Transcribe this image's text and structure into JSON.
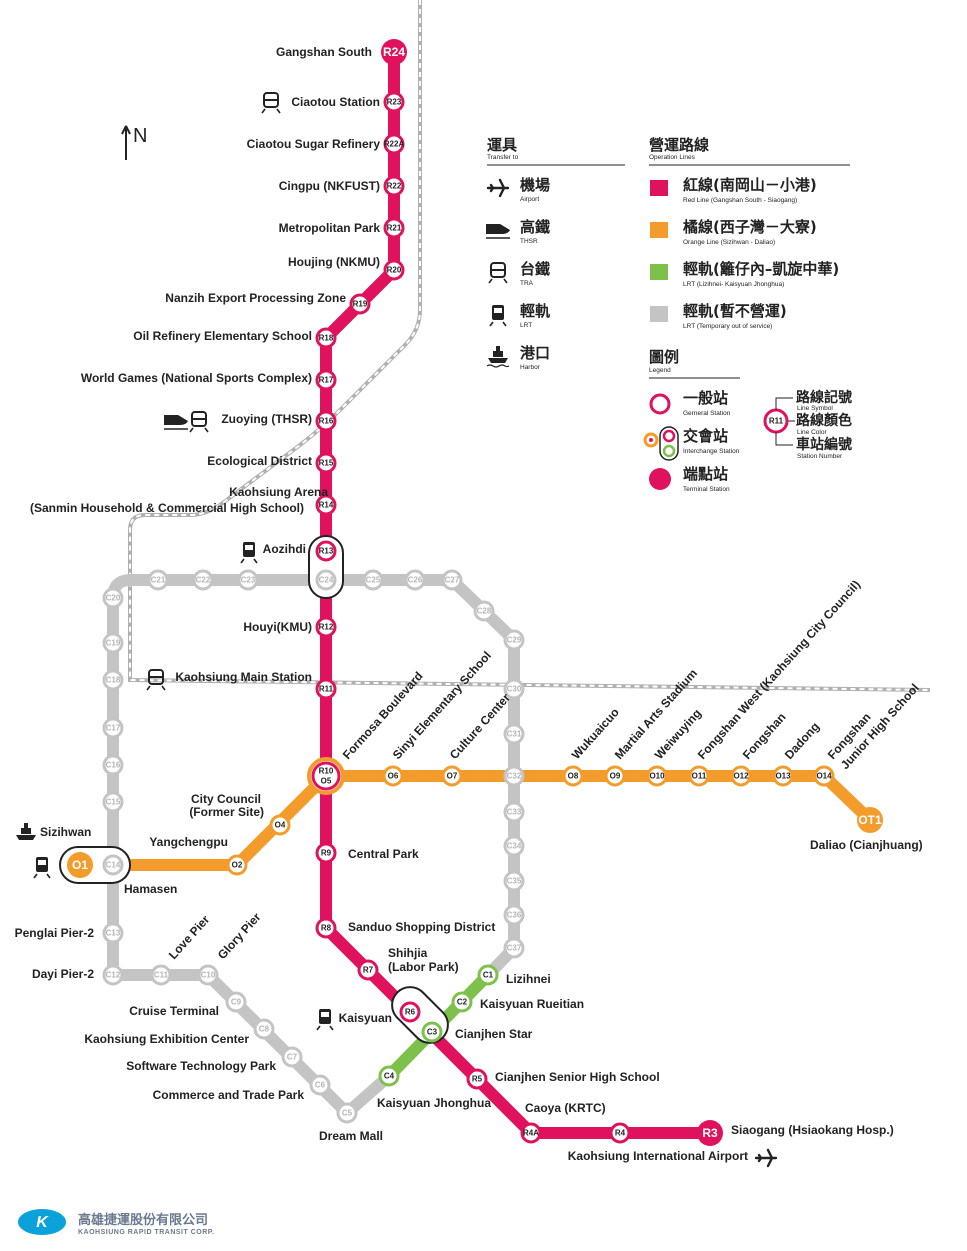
{
  "colors": {
    "red": "#e0125e",
    "orange": "#f39c2b",
    "green": "#7dc14a",
    "gray": "#c4c4c4",
    "rail": "#b0b0b0",
    "text": "#222222"
  },
  "north_label": "N",
  "legend": {
    "transfer": {
      "title": "運具",
      "subtitle": "Transfer to",
      "items": [
        {
          "icon": "airplane-icon",
          "zh": "機場",
          "en": "Airport"
        },
        {
          "icon": "thsr-train-icon",
          "zh": "高鐵",
          "en": "THSR"
        },
        {
          "icon": "tra-train-icon",
          "zh": "台鐵",
          "en": "TRA"
        },
        {
          "icon": "lrt-tram-icon",
          "zh": "輕軌",
          "en": "LRT"
        },
        {
          "icon": "ferry-ship-icon",
          "zh": "港口",
          "en": "Harbor"
        }
      ]
    },
    "lines": {
      "title": "營運路線",
      "subtitle": "Operation Lines",
      "items": [
        {
          "color": "#e0125e",
          "zh": "紅線(南岡山－小港)",
          "en": "Red Line (Gangshan South - Siaogang)"
        },
        {
          "color": "#f39c2b",
          "zh": "橘線(西子灣－大寮)",
          "en": "Orange Line (Sizihwan - Daliao)"
        },
        {
          "color": "#7dc14a",
          "zh": "輕軌(籬仔內–凱旋中華)",
          "en": "LRT (Lizihnei- Kaisyuan Jhonghua)"
        },
        {
          "color": "#c4c4c4",
          "zh": "輕軌(暫不營運)",
          "en": "LRT (Temporary out of service)"
        }
      ]
    },
    "symbols": {
      "title": "圖例",
      "subtitle": "Legend",
      "general_zh": "一般站",
      "general_en": "Gerneral Station",
      "interchange_zh": "交會站",
      "interchange_en": "Interchange Station",
      "terminal_zh": "端點站",
      "terminal_en": "Terminal Station",
      "sample_code": "R11",
      "line_symbol_zh": "路線記號",
      "line_symbol_en": "Line Symbol",
      "line_color_zh": "路線顏色",
      "line_color_en": "Line Color",
      "station_number_zh": "車站編號",
      "station_number_en": "Station Number"
    }
  },
  "red_stations": [
    {
      "code": "R24",
      "name": "Gangshan South",
      "terminal": true
    },
    {
      "code": "R23",
      "name": "Ciaotou Station"
    },
    {
      "code": "R22A",
      "name": "Ciaotou Sugar Refinery"
    },
    {
      "code": "R22",
      "name": "Cingpu (NKFUST)"
    },
    {
      "code": "R21",
      "name": "Metropolitan Park"
    },
    {
      "code": "R20",
      "name": "Houjing (NKMU)"
    },
    {
      "code": "R19",
      "name": "Nanzih Export Processing Zone"
    },
    {
      "code": "R18",
      "name": "Oil Refinery Elementary School"
    },
    {
      "code": "R17",
      "name": "World Games (National Sports Complex)"
    },
    {
      "code": "R16",
      "name": "Zuoying (THSR)"
    },
    {
      "code": "R15",
      "name": "Ecological District"
    },
    {
      "code": "R14",
      "name": "Kaohsiung Arena",
      "name2": "(Sanmin Household & Commercial High School)"
    },
    {
      "code": "R13",
      "name": "Aozihdi"
    },
    {
      "code": "R12",
      "name": "Houyi(KMU)"
    },
    {
      "code": "R11",
      "name": "Kaohsiung Main Station"
    },
    {
      "code": "R9",
      "name": "Central Park"
    },
    {
      "code": "R8",
      "name": "Sanduo Shopping District"
    },
    {
      "code": "R7",
      "name": "Shihjia",
      "name2": "(Labor Park)"
    },
    {
      "code": "R6",
      "name": "Kaisyuan"
    },
    {
      "code": "R5",
      "name": "Cianjhen Senior High School"
    },
    {
      "code": "R4A",
      "name": "Caoya (KRTC)"
    },
    {
      "code": "R4",
      "name": "Kaohsiung International Airport"
    },
    {
      "code": "R3",
      "name": "Siaogang (Hsiaokang Hosp.)",
      "terminal": true
    }
  ],
  "interchange_r10": {
    "code1": "R10",
    "code2": "O5",
    "name": "Formosa Boulevard"
  },
  "orange_stations": [
    {
      "code": "O1",
      "name": "Sizihwan",
      "terminal": true
    },
    {
      "code": "O2",
      "name": "Yangchengpu"
    },
    {
      "code": "O4",
      "name": "City Council",
      "name2": "(Former Site)"
    },
    {
      "code": "O6",
      "name": "Sinyi Elementary School"
    },
    {
      "code": "O7",
      "name": "Culture Center"
    },
    {
      "code": "O8",
      "name": "Wukuaicuo"
    },
    {
      "code": "O9",
      "name": "Martial Arts Stadium"
    },
    {
      "code": "O10",
      "name": "Weiwuying"
    },
    {
      "code": "O11",
      "name": "Fongshan West (Kaohsiung City Council)"
    },
    {
      "code": "O12",
      "name": "Fongshan"
    },
    {
      "code": "O13",
      "name": "Dadong"
    },
    {
      "code": "O14",
      "name": "Fongshan",
      "name2": "Junior High School"
    },
    {
      "code": "OT1",
      "name": "Daliao (Cianjhuang)",
      "terminal": true
    }
  ],
  "lrt_green": [
    {
      "code": "C1",
      "name": "Lizihnei"
    },
    {
      "code": "C2",
      "name": "Kaisyuan Rueitian"
    },
    {
      "code": "C3",
      "name": "Cianjhen Star"
    },
    {
      "code": "C4",
      "name": "Kaisyuan Jhonghua"
    }
  ],
  "lrt_gray_named": [
    {
      "code": "C5",
      "name": "Dream Mall"
    },
    {
      "code": "C6",
      "name": "Commerce and Trade Park"
    },
    {
      "code": "C7",
      "name": "Software Technology Park"
    },
    {
      "code": "C8",
      "name": "Kaohsiung Exhibition Center"
    },
    {
      "code": "C9",
      "name": "Cruise Terminal"
    },
    {
      "code": "C10",
      "name": "Glory Pier"
    },
    {
      "code": "C11",
      "name": "Love Pier"
    },
    {
      "code": "C12",
      "name": "Dayi Pier-2"
    },
    {
      "code": "C13",
      "name": "Penglai Pier-2"
    },
    {
      "code": "C14",
      "name": "Hamasen"
    }
  ],
  "lrt_gray_codes": [
    "C15",
    "C16",
    "C17",
    "C18",
    "C19",
    "C20",
    "C21",
    "C22",
    "C23",
    "C24",
    "C25",
    "C26",
    "C27",
    "C28",
    "C29",
    "C30",
    "C31",
    "C32",
    "C33",
    "C34",
    "C35",
    "C36",
    "C37"
  ],
  "logo": {
    "zh": "高雄捷運股份有限公司",
    "en": "KAOHSIUNG RAPID TRANSIT CORP.",
    "mark": "K"
  }
}
